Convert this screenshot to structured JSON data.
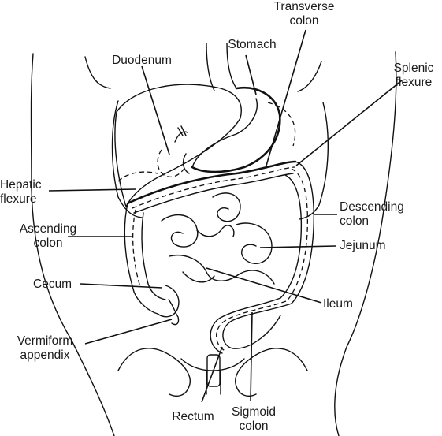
{
  "labels": {
    "transverse_colon": "Transverse\ncolon",
    "stomach": "Stomach",
    "duodenum": "Duodenum",
    "splenic_flexure": "Splenic\nflexure",
    "hepatic_flexure": "Hepatic\nflexure",
    "descending_colon": "Descending\ncolon",
    "ascending_colon": "Ascending\ncolon",
    "jejunum": "Jejunum",
    "cecum": "Cecum",
    "ileum": "Ileum",
    "vermiform_appendix": "Vermiform\nappendix",
    "rectum": "Rectum",
    "sigmoid_colon": "Sigmoid\ncolon"
  }
}
